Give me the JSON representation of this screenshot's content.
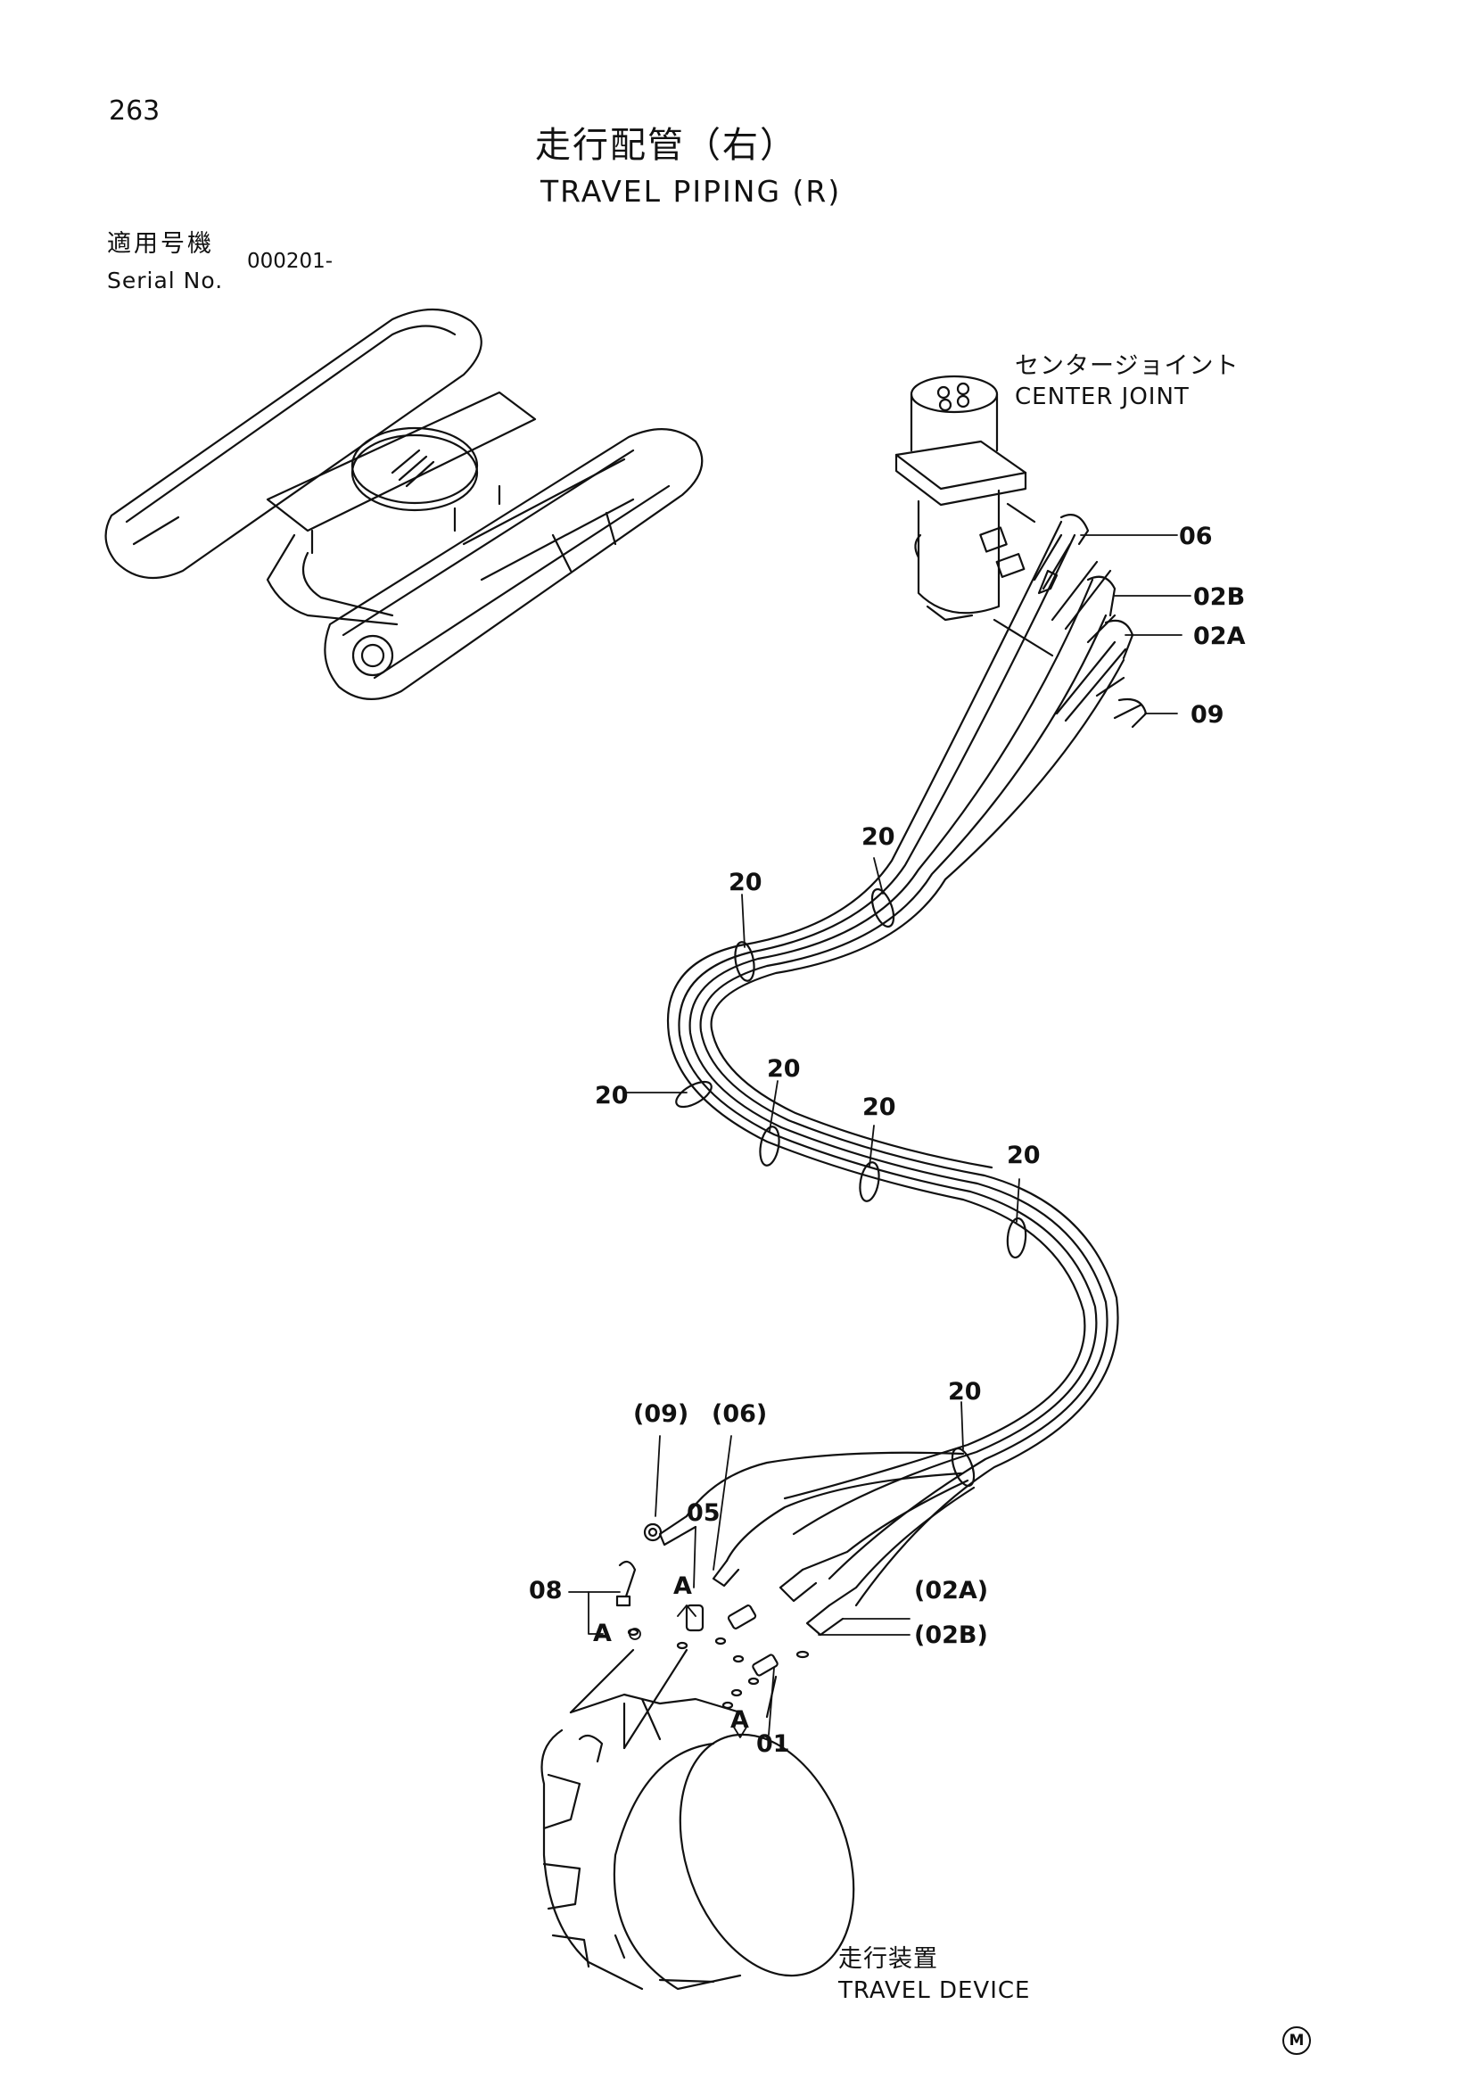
{
  "page": {
    "number": "263",
    "title_jp": "走行配管（右）",
    "title_en": "TRAVEL PIPING (R)"
  },
  "serial": {
    "label_jp": "適用号機",
    "label_en": "Serial No.",
    "value": "000201-"
  },
  "components": {
    "center_joint_jp": "センタージョイント",
    "center_joint_en": "CENTER JOINT",
    "travel_device_jp": "走行装置",
    "travel_device_en": "TRAVEL DEVICE"
  },
  "callouts": {
    "p06": "06",
    "p02b": "02B",
    "p02a": "02A",
    "p09": "09",
    "clamp": "20",
    "ref09": "(09)",
    "ref06": "(06)",
    "p05": "05",
    "p08": "08",
    "view_a": "A",
    "ref02a": "(02A)",
    "ref02b": "(02B)",
    "p01": "01"
  },
  "footer_mark": "M"
}
